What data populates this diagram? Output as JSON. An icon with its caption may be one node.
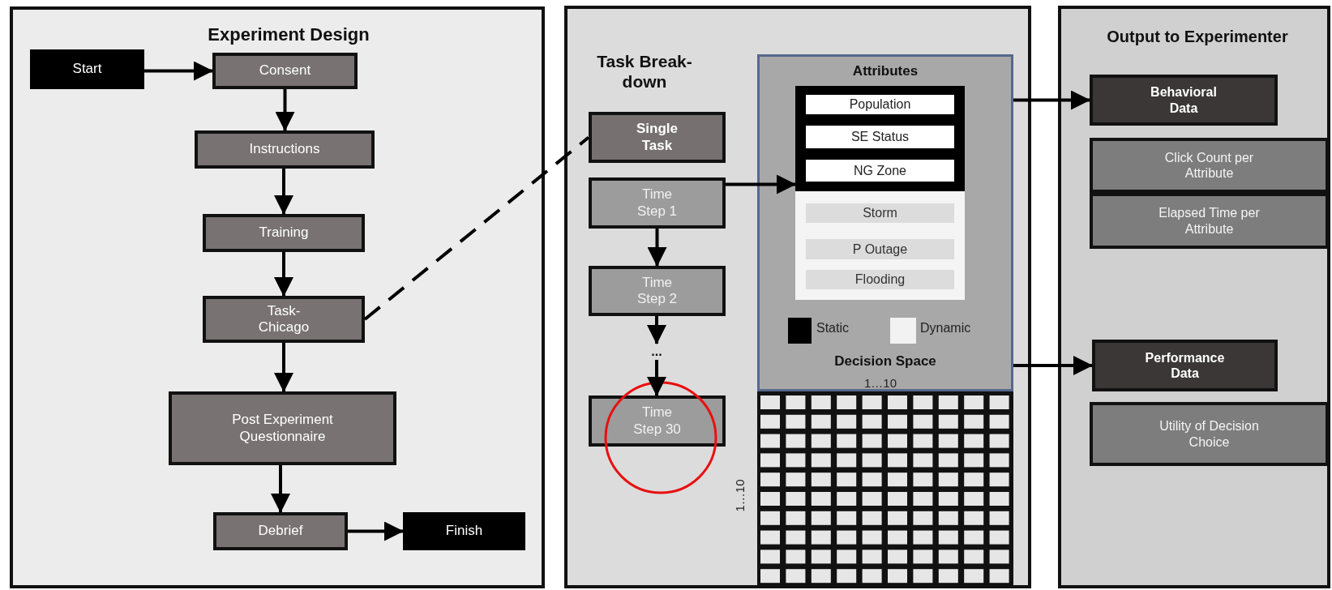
{
  "diagram": {
    "nodes": [
      {
        "text": [
          "Experiment Design"
        ]
      },
      {
        "text": [
          "Start"
        ],
        "in": 0
      },
      {
        "text": [
          "Consent"
        ],
        "in": 0
      },
      {
        "text": [
          "Instructions"
        ],
        "in": 0
      },
      {
        "text": [
          "Training"
        ],
        "in": 0
      },
      {
        "text": [
          "Task- Chicago"
        ],
        "in": 0
      },
      {
        "text": [
          "Post Experiment Questionnaire"
        ],
        "in": 0
      },
      {
        "text": [
          "Debrief"
        ],
        "in": 0
      },
      {
        "text": [
          "Finish"
        ],
        "in": 0
      },
      {
        "text": [
          "Task Break- down"
        ]
      },
      {
        "text": [
          "Single Task"
        ],
        "in": 9
      },
      {
        "text": [
          "Time Step 1"
        ],
        "in": 9
      },
      {
        "text": [
          "Time Step 2"
        ],
        "in": 9
      },
      {
        "text": [
          "..."
        ],
        "in": 9
      },
      {
        "text": [
          "Time Step 30"
        ],
        "in": 9
      },
      {
        "text": [
          "Attributes",
          "Decision Space"
        ],
        "in": 9
      },
      {
        "text": [],
        "shape": "box",
        "in": 15
      },
      {
        "text": [
          "Population"
        ],
        "in": 16
      },
      {
        "text": [
          "SE Status"
        ],
        "in": 16
      },
      {
        "text": [
          "NG Zone"
        ],
        "in": 16
      },
      {
        "text": [],
        "shape": "box",
        "in": 15
      },
      {
        "text": [
          "Storm"
        ],
        "in": 20
      },
      {
        "text": [
          "P Outage"
        ],
        "in": 20
      },
      {
        "text": [
          "Flooding"
        ],
        "in": 20
      },
      {
        "text": [
          "Output to Experimenter"
        ]
      },
      {
        "text": [
          "Behavioral Data"
        ],
        "in": 24
      },
      {
        "text": [
          "Click Count per Attribute"
        ],
        "in": 24
      },
      {
        "text": [
          "Elapsed Time per Attribute"
        ],
        "in": 24
      },
      {
        "text": [
          "Performance Data"
        ],
        "in": 24
      },
      {
        "text": [
          "Utility of Decision Choice"
        ],
        "in": 24
      }
    ],
    "edges": [
      {
        "from": 1,
        "to": 2,
        "arrow": "to"
      },
      {
        "from": 2,
        "to": 3,
        "arrow": "to"
      },
      {
        "from": 3,
        "to": 4,
        "arrow": "to"
      },
      {
        "from": 4,
        "to": 5,
        "arrow": "to"
      },
      {
        "from": 5,
        "to": 6,
        "arrow": "to"
      },
      {
        "from": 6,
        "to": 7,
        "arrow": "to"
      },
      {
        "from": 7,
        "to": 8,
        "arrow": "to"
      },
      {
        "from": 5,
        "to": 10,
        "arrow": "none",
        "style": "dashed"
      },
      {
        "from": 11,
        "to": 16,
        "arrow": "to"
      },
      {
        "from": 11,
        "to": 12,
        "arrow": "to"
      },
      {
        "from": 12,
        "to": 13,
        "arrow": "to"
      },
      {
        "from": 13,
        "to": 14,
        "arrow": "to"
      },
      {
        "from": 15,
        "to": 25,
        "arrow": "to"
      },
      {
        "from": 15,
        "to": 28,
        "arrow": "to"
      }
    ],
    "labels": [
      "1…10",
      "1…10"
    ],
    "legend": [
      {
        "text": "Static",
        "color": "#000000"
      },
      {
        "text": "Dynamic",
        "color": "#f2f2f2"
      }
    ]
  }
}
